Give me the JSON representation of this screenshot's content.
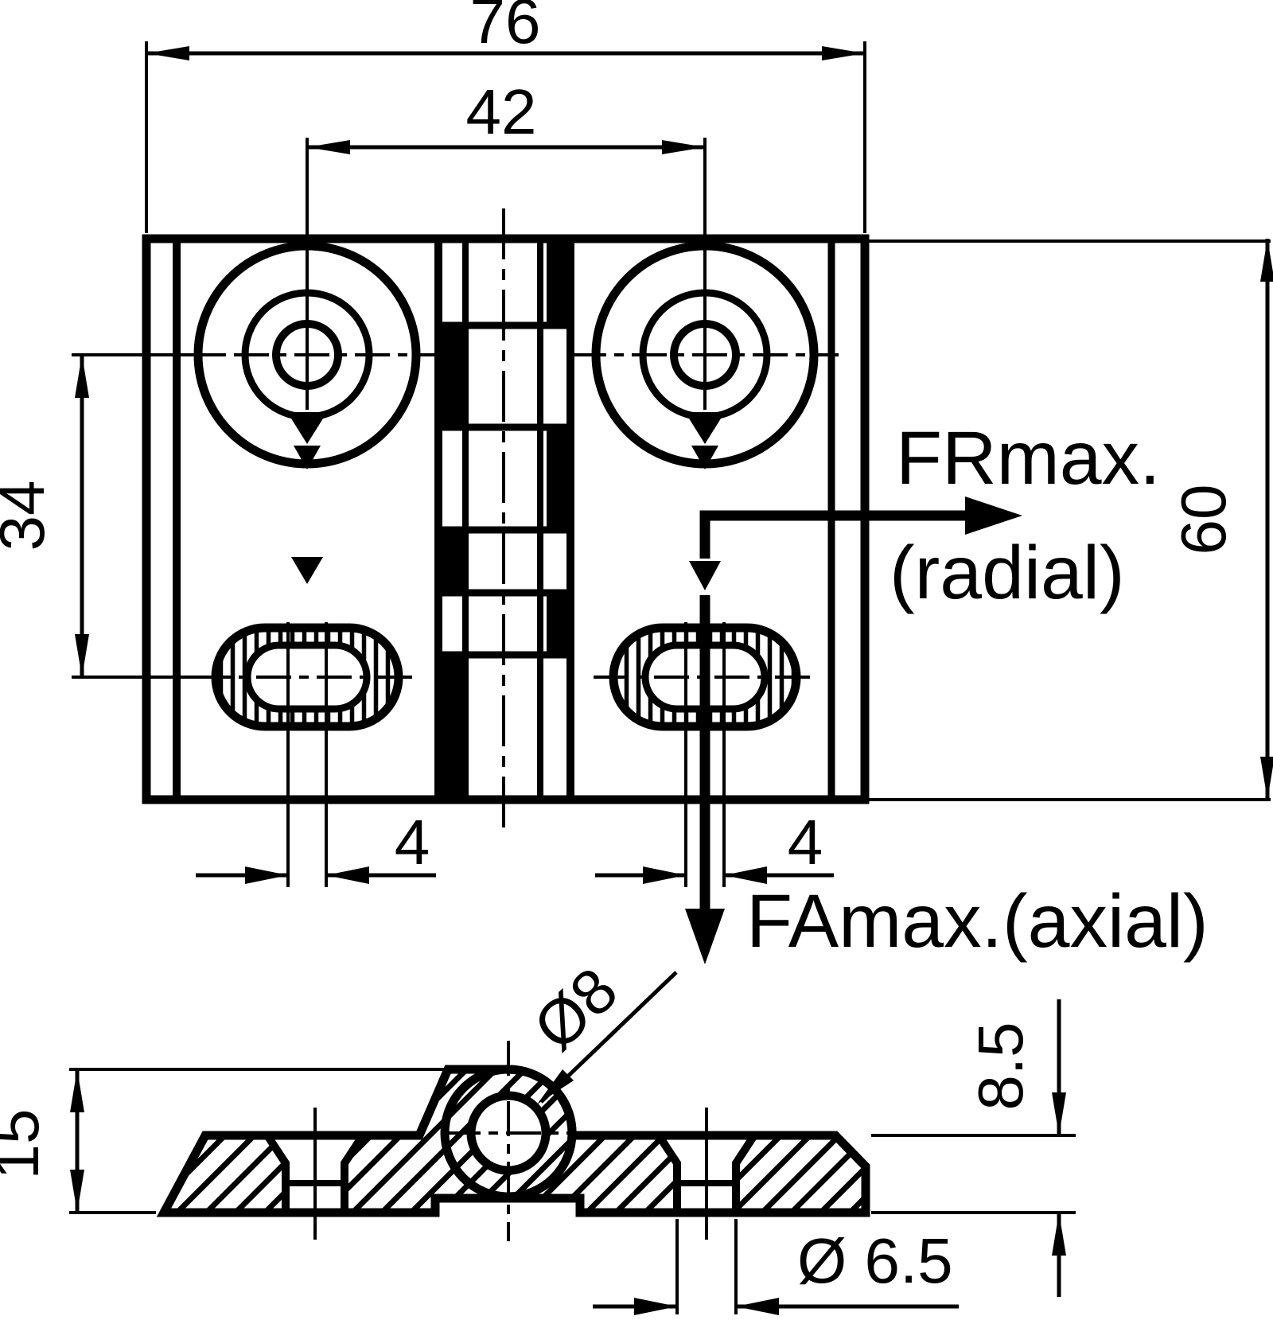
{
  "colors": {
    "ink": "#000000",
    "paper": "#ffffff"
  },
  "dims": {
    "overall_width": "76",
    "hole_spacing": "42",
    "hole_to_slot": "34",
    "overall_height": "60",
    "slot_play_left": "4",
    "slot_play_right": "4",
    "pin_diameter": "Ø8",
    "leaf_thickness": "8.5",
    "total_height": "15",
    "hole_diameter": "Ø 6.5"
  },
  "forces": {
    "radial": "FRmax.",
    "radial_note": "(radial)",
    "axial": "FAmax.(axial)"
  }
}
